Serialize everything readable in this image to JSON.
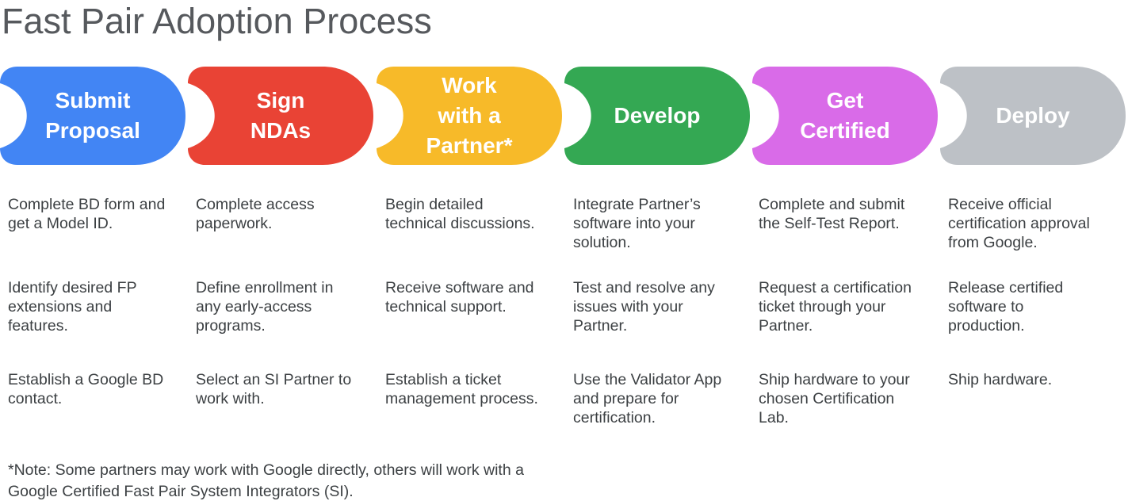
{
  "title": "Fast Pair Adoption Process",
  "footnote": "*Note: Some partners may work with Google directly, others will work with a\nGoogle Certified Fast Pair System Integrators (SI).",
  "stages": [
    {
      "id": "submit-proposal",
      "label": "Submit\nProposal",
      "color": "#4285F4",
      "items": [
        "Complete BD form and\nget a Model ID.",
        "Identify desired FP\nextensions and\nfeatures.",
        "Establish a Google BD\ncontact."
      ]
    },
    {
      "id": "sign-ndas",
      "label": "Sign\nNDAs",
      "color": "#E94335",
      "items": [
        "Complete access\npaperwork.",
        "Define enrollment in\nany early-access\nprograms.",
        "Select an SI Partner to\nwork with."
      ]
    },
    {
      "id": "work-with-a-partner",
      "label": "Work\nwith a\nPartner*",
      "color": "#F7BA29",
      "items": [
        "Begin detailed\ntechnical discussions.",
        "Receive software and\ntechnical support.",
        "Establish a ticket\nmanagement process."
      ]
    },
    {
      "id": "develop",
      "label": "Develop",
      "color": "#34A853",
      "items": [
        "Integrate Partner’s\nsoftware into your\nsolution.",
        "Test and resolve any\nissues with your\nPartner.",
        "Use the Validator App\nand prepare for\ncertification."
      ]
    },
    {
      "id": "get-certified",
      "label": "Get\nCertified",
      "color": "#D96BE8",
      "items": [
        "Complete and submit\nthe Self-Test Report.",
        "Request a certification\nticket through your\nPartner.",
        "Ship hardware to your\nchosen Certification\nLab."
      ]
    },
    {
      "id": "deploy",
      "label": "Deploy",
      "color": "#BDC1C6",
      "items": [
        "Receive official\ncertification approval\nfrom Google.",
        "Release certified\nsoftware to\nproduction.",
        "Ship hardware."
      ]
    }
  ]
}
